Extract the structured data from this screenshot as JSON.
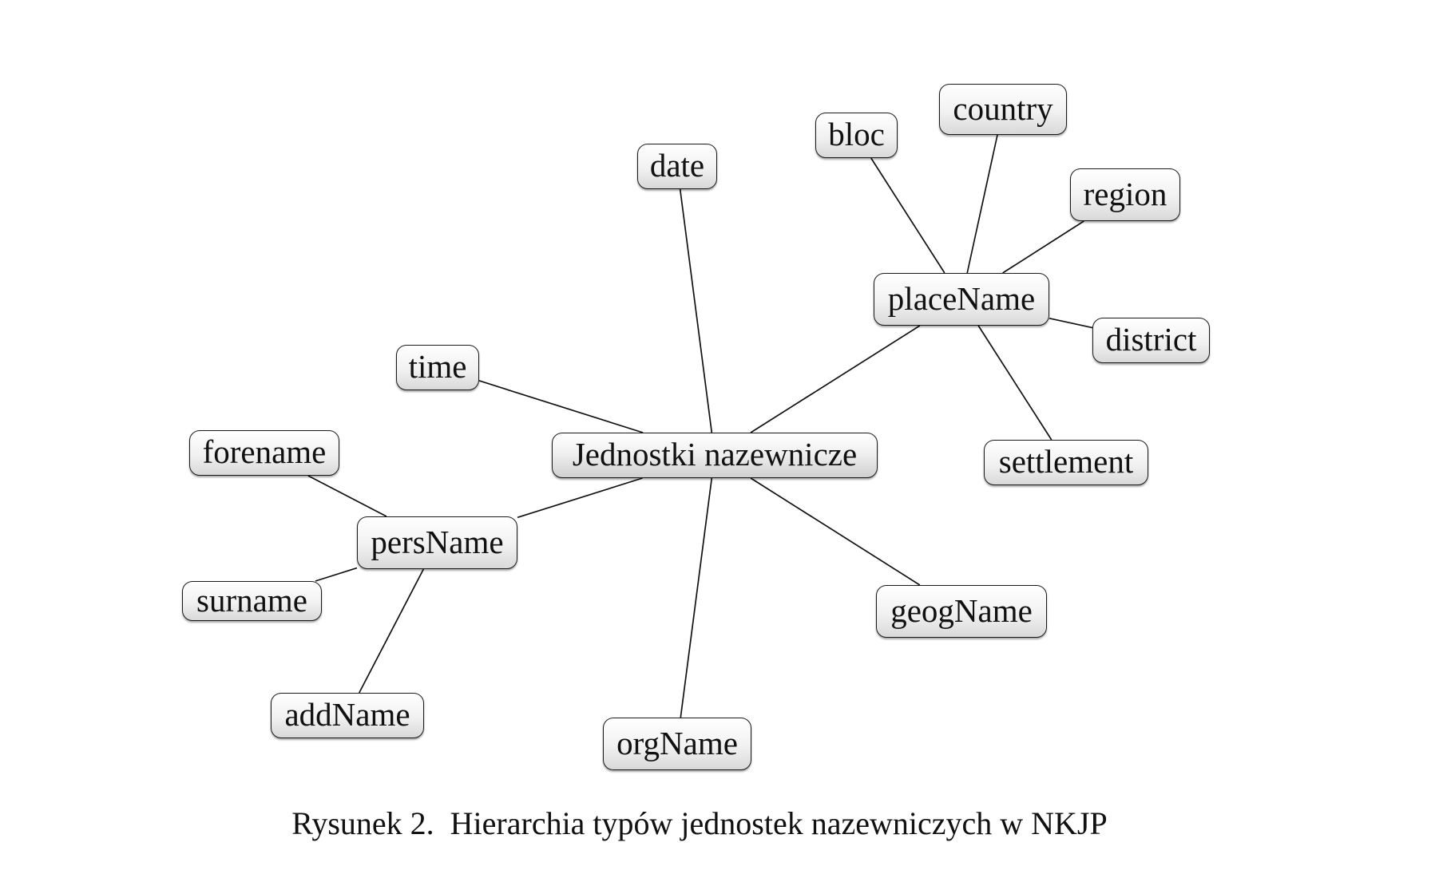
{
  "diagram": {
    "nodes": [
      {
        "id": "root",
        "label": "Jednostki nazewnicze"
      },
      {
        "id": "date",
        "label": "date"
      },
      {
        "id": "time",
        "label": "time"
      },
      {
        "id": "persName",
        "label": "persName"
      },
      {
        "id": "forename",
        "label": "forename"
      },
      {
        "id": "surname",
        "label": "surname"
      },
      {
        "id": "addName",
        "label": "addName"
      },
      {
        "id": "orgName",
        "label": "orgName"
      },
      {
        "id": "geogName",
        "label": "geogName"
      },
      {
        "id": "placeName",
        "label": "placeName"
      },
      {
        "id": "bloc",
        "label": "bloc"
      },
      {
        "id": "country",
        "label": "country"
      },
      {
        "id": "region",
        "label": "region"
      },
      {
        "id": "district",
        "label": "district"
      },
      {
        "id": "settlement",
        "label": "settlement"
      }
    ],
    "edges": [
      [
        "root",
        "date"
      ],
      [
        "root",
        "time"
      ],
      [
        "root",
        "persName"
      ],
      [
        "root",
        "orgName"
      ],
      [
        "root",
        "geogName"
      ],
      [
        "root",
        "placeName"
      ],
      [
        "persName",
        "forename"
      ],
      [
        "persName",
        "surname"
      ],
      [
        "persName",
        "addName"
      ],
      [
        "placeName",
        "bloc"
      ],
      [
        "placeName",
        "country"
      ],
      [
        "placeName",
        "region"
      ],
      [
        "placeName",
        "district"
      ],
      [
        "placeName",
        "settlement"
      ]
    ]
  },
  "caption": "Rysunek 2.  Hierarchia typów jednostek nazewniczych w NKJP"
}
